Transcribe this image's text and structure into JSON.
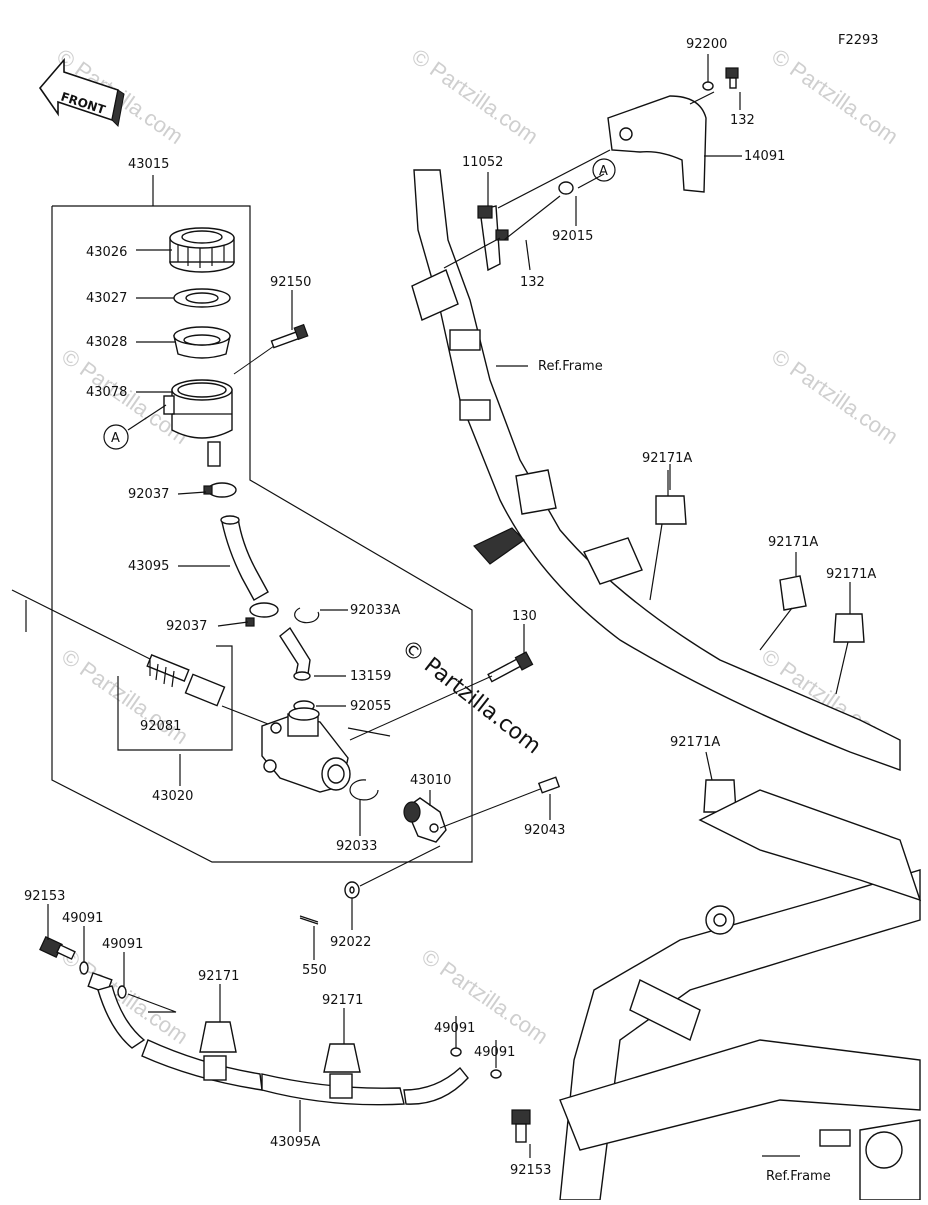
{
  "figure_code": "F2293",
  "front_label": "FRONT",
  "watermark": "© Partzilla.com",
  "callouts": {
    "a": "A",
    "ref_frame": "Ref.Frame"
  },
  "parts": {
    "p43015": "43015",
    "p43026": "43026",
    "p43027": "43027",
    "p43028": "43028",
    "p43078": "43078",
    "p92037a": "92037",
    "p43095": "43095",
    "p92037b": "92037",
    "p92033A": "92033A",
    "p13159": "13159",
    "p92055": "92055",
    "p92081": "92081",
    "p43020": "43020",
    "p92033": "92033",
    "p43010": "43010",
    "p92043": "92043",
    "p130": "130",
    "p92150": "92150",
    "p92022": "92022",
    "p550": "550",
    "p92153a": "92153",
    "p49091a": "49091",
    "p49091b": "49091",
    "p92171a": "92171",
    "p92171b": "92171",
    "p43095A": "43095A",
    "p49091c": "49091",
    "p49091d": "49091",
    "p92153b": "92153",
    "p92200": "92200",
    "p132a": "132",
    "p14091": "14091",
    "p11052": "11052",
    "p92015": "92015",
    "p132b": "132",
    "p92171A1": "92171A",
    "p92171A2": "92171A",
    "p92171A3": "92171A",
    "p92171A4": "92171A"
  }
}
